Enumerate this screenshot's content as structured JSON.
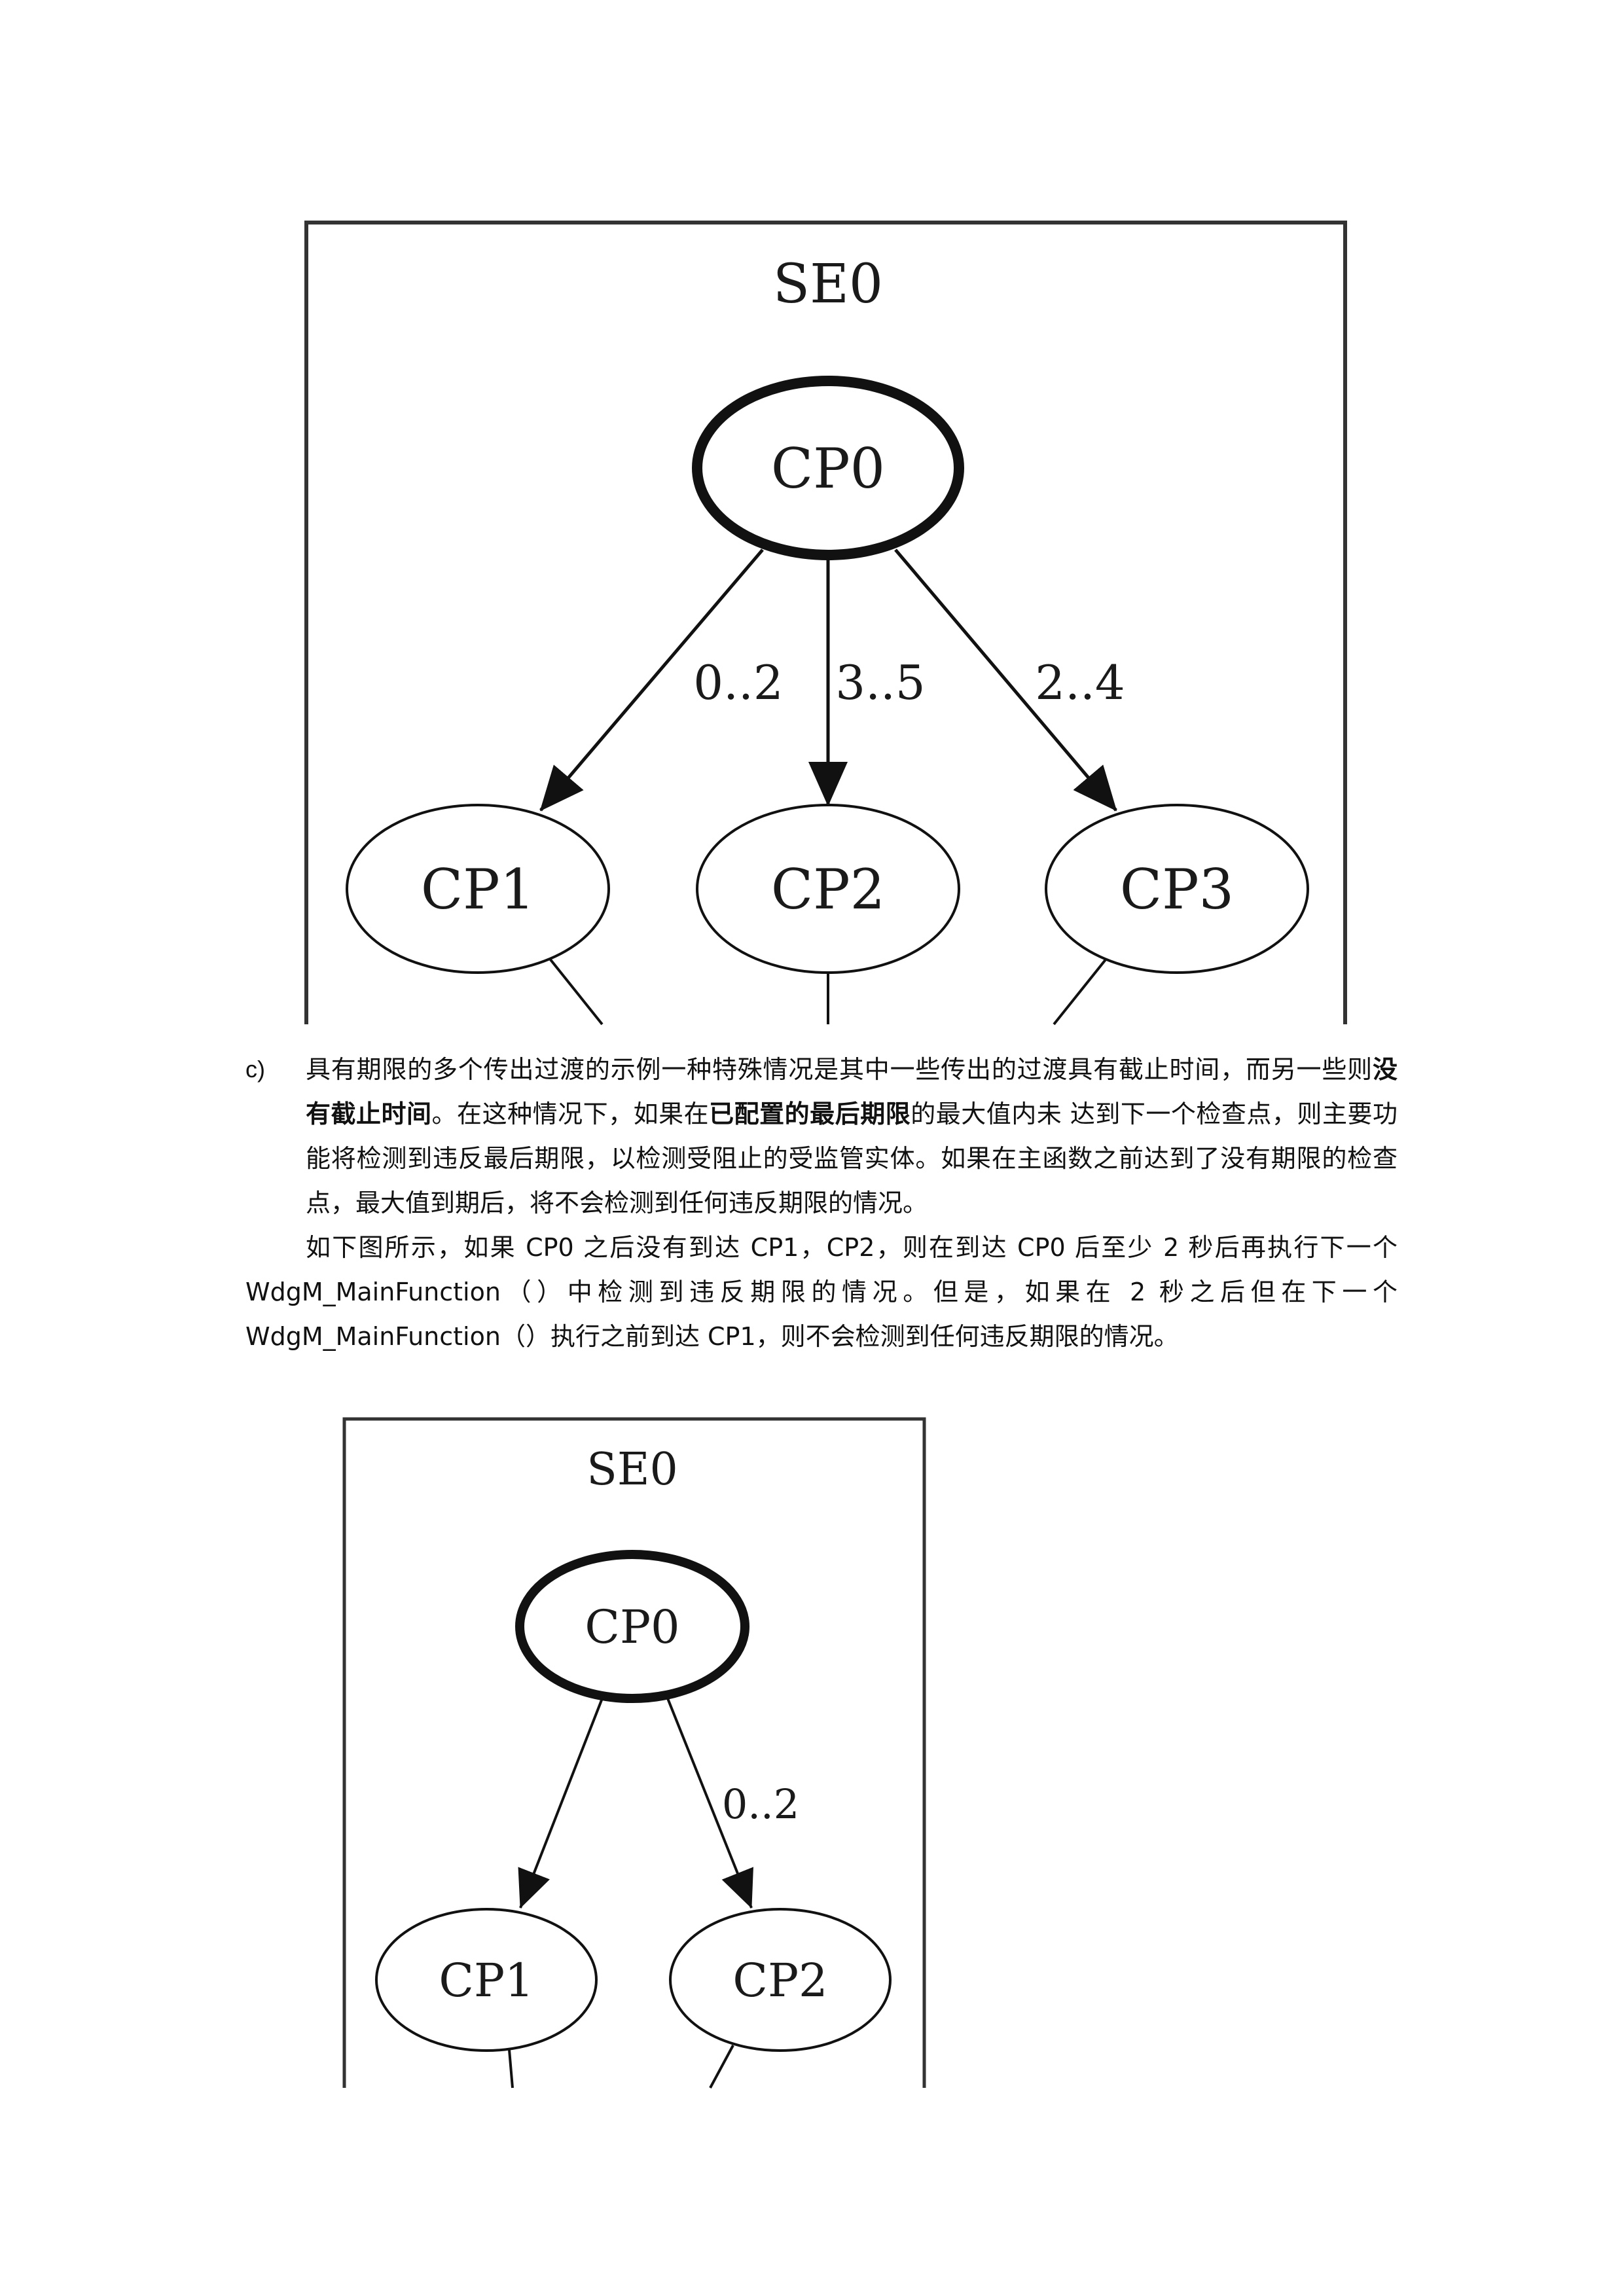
{
  "figure1": {
    "title": "SE0",
    "nodes": {
      "cp0": "CP0",
      "cp1": "CP1",
      "cp2": "CP2",
      "cp3": "CP3"
    },
    "edges": {
      "cp0_cp1": "0..2",
      "cp0_cp2": "3..5",
      "cp0_cp3": "2..4"
    }
  },
  "item_c": {
    "marker": "c)",
    "text_1": "具有期限的多个传出过渡的示例一种特殊情况是其中一些传出的过渡具有截止时间，而另一些则",
    "bold_1": "没有截止时间",
    "text_2": "。在这种情况下，如果在",
    "bold_2": "已配置的最后期限",
    "text_3": "的最大值内未 达到下一个检查点，则主要功能将检测到违反最后期限，以检测受阻止的受监管实体。如果在主函数之前达到了没有期限的检查点，最大值到期后，将不会检测到任何违反期限的情况。"
  },
  "paragraph": "如下图所示，如果 CP0 之后没有到达 CP1，CP2，则在到达 CP0 后至少 2 秒后再执行下一个 WdgM_MainFunction（）中检测到违反期限的情况。但是，如果在 2 秒之后但在下一个 WdgM_MainFunction（）执行之前到达 CP1，则不会检测到任何违反期限的情况。",
  "figure2": {
    "title": "SE0",
    "nodes": {
      "cp0": "CP0",
      "cp1": "CP1",
      "cp2": "CP2"
    },
    "edges": {
      "cp0_cp2": "0..2"
    }
  }
}
